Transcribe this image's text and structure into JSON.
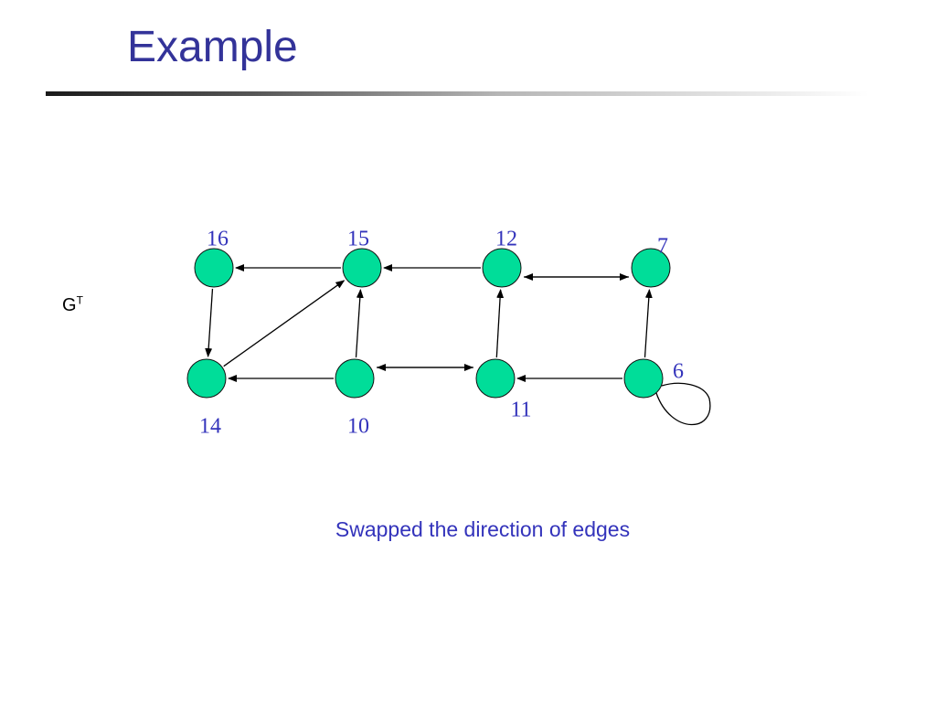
{
  "slide": {
    "title": "Example",
    "graph_label": "G",
    "graph_label_sup": "T",
    "caption": "Swapped the direction of edges"
  },
  "graph": {
    "nodes": [
      {
        "id": "16",
        "label": "16"
      },
      {
        "id": "15",
        "label": "15"
      },
      {
        "id": "12",
        "label": "12"
      },
      {
        "id": "7",
        "label": "7"
      },
      {
        "id": "14",
        "label": "14"
      },
      {
        "id": "10",
        "label": "10"
      },
      {
        "id": "11",
        "label": "11"
      },
      {
        "id": "6",
        "label": "6"
      }
    ],
    "edges": [
      {
        "from": "15",
        "to": "16"
      },
      {
        "from": "12",
        "to": "15"
      },
      {
        "from": "7",
        "to": "12"
      },
      {
        "from": "12",
        "to": "7"
      },
      {
        "from": "16",
        "to": "14"
      },
      {
        "from": "14",
        "to": "15"
      },
      {
        "from": "10",
        "to": "15"
      },
      {
        "from": "11",
        "to": "12"
      },
      {
        "from": "6",
        "to": "7"
      },
      {
        "from": "10",
        "to": "14"
      },
      {
        "from": "10",
        "to": "11"
      },
      {
        "from": "11",
        "to": "10"
      },
      {
        "from": "6",
        "to": "11"
      },
      {
        "from": "6",
        "to": "6"
      }
    ],
    "node_color": "#00dd99",
    "label_color": "#3333bb"
  }
}
